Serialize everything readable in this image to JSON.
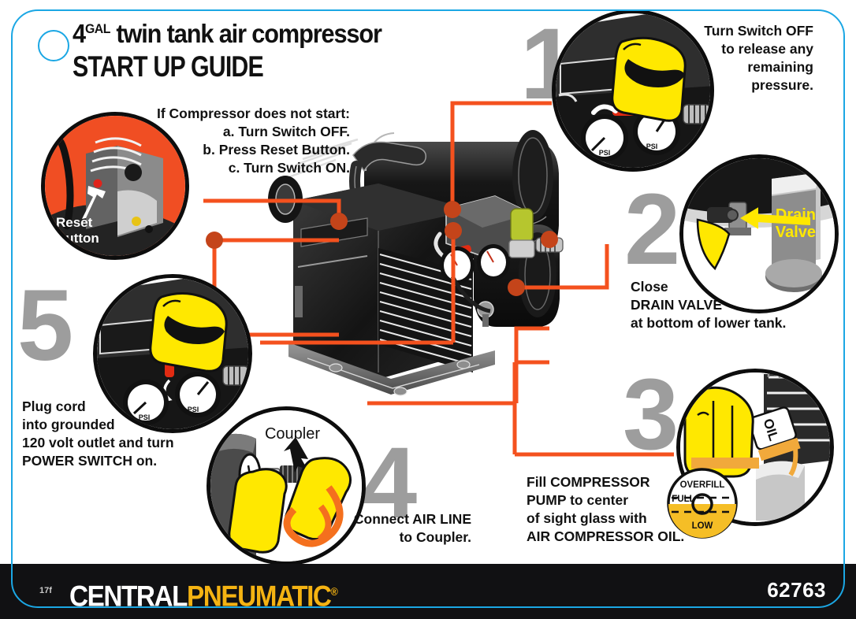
{
  "header": {
    "title_qty": "4",
    "title_unit": "GAL",
    "title_rest": "twin tank air compressor",
    "subtitle": "START UP GUIDE"
  },
  "troubleshoot": {
    "line1": "If Compressor does not start:",
    "line2": "a. Turn Switch OFF.",
    "line3": "b. Press Reset Button.",
    "line4": "c. Turn Switch ON."
  },
  "reset_inset": {
    "label_line1": "Reset",
    "label_line2": "Button",
    "background_color": "#F04E23"
  },
  "steps": [
    {
      "number": "1",
      "text_lines": [
        "Turn Switch OFF",
        "to release any",
        "remaining",
        "pressure."
      ],
      "align": "right"
    },
    {
      "number": "2",
      "text_lines": [
        "Close",
        "DRAIN VALVE",
        "at bottom of lower tank."
      ],
      "callout": "Drain\nValve",
      "callout_line1": "Drain",
      "callout_line2": "Valve",
      "align": "left"
    },
    {
      "number": "3",
      "text_lines": [
        "Fill COMPRESSOR",
        "PUMP to center",
        "of sight glass with",
        "AIR COMPRESSOR OIL."
      ],
      "align": "left",
      "sight_glass": {
        "overfill": "OVERFILL",
        "full": "FULL",
        "low": "LOW"
      },
      "oil_label": "OIL"
    },
    {
      "number": "4",
      "text_lines": [
        "Connect AIR LINE",
        "to Coupler."
      ],
      "callout": "Coupler",
      "align": "left"
    },
    {
      "number": "5",
      "text_lines": [
        "Plug cord",
        "into grounded",
        "120 volt outlet and turn",
        "POWER SWITCH on."
      ],
      "align": "left"
    }
  ],
  "gauges": {
    "unit": "PSI"
  },
  "footer": {
    "tiny_code": "17f",
    "brand_first": "CENTRAL",
    "brand_second": "PNEUMATIC",
    "registered_mark": "®",
    "item_number": "62763"
  },
  "colors": {
    "cyan_border": "#1BA7E4",
    "orange_leader": "#F4511E",
    "step_number_gray": "#9D9D9D",
    "glove_yellow": "#FFE800",
    "brand_gold": "#F5B312",
    "footer_black": "#111113"
  }
}
